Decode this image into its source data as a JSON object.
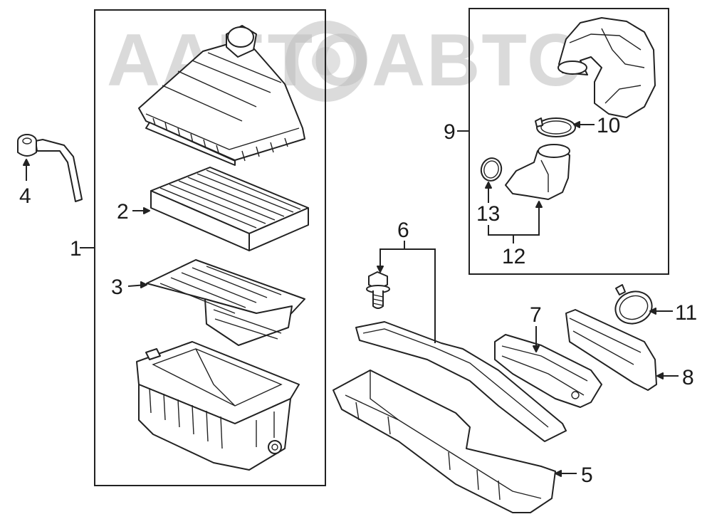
{
  "watermark": {
    "text": "AAETOABTO",
    "color": "#bdbdbd"
  },
  "callouts": {
    "c1": "1",
    "c2": "2",
    "c3": "3",
    "c4": "4",
    "c5": "5",
    "c6": "6",
    "c7": "7",
    "c8": "8",
    "c9": "9",
    "c10": "10",
    "c11": "11",
    "c12": "12",
    "c13": "13"
  },
  "parts": [
    "air-cleaner-cover",
    "air-filter-element",
    "filter-frame",
    "air-cleaner-housing",
    "breather-hose",
    "inlet-duct",
    "duct-bolt",
    "resonator",
    "inlet-tube",
    "outlet-hose",
    "hose-clamp",
    "hose-seal",
    "turbo-inlet-pipe"
  ]
}
